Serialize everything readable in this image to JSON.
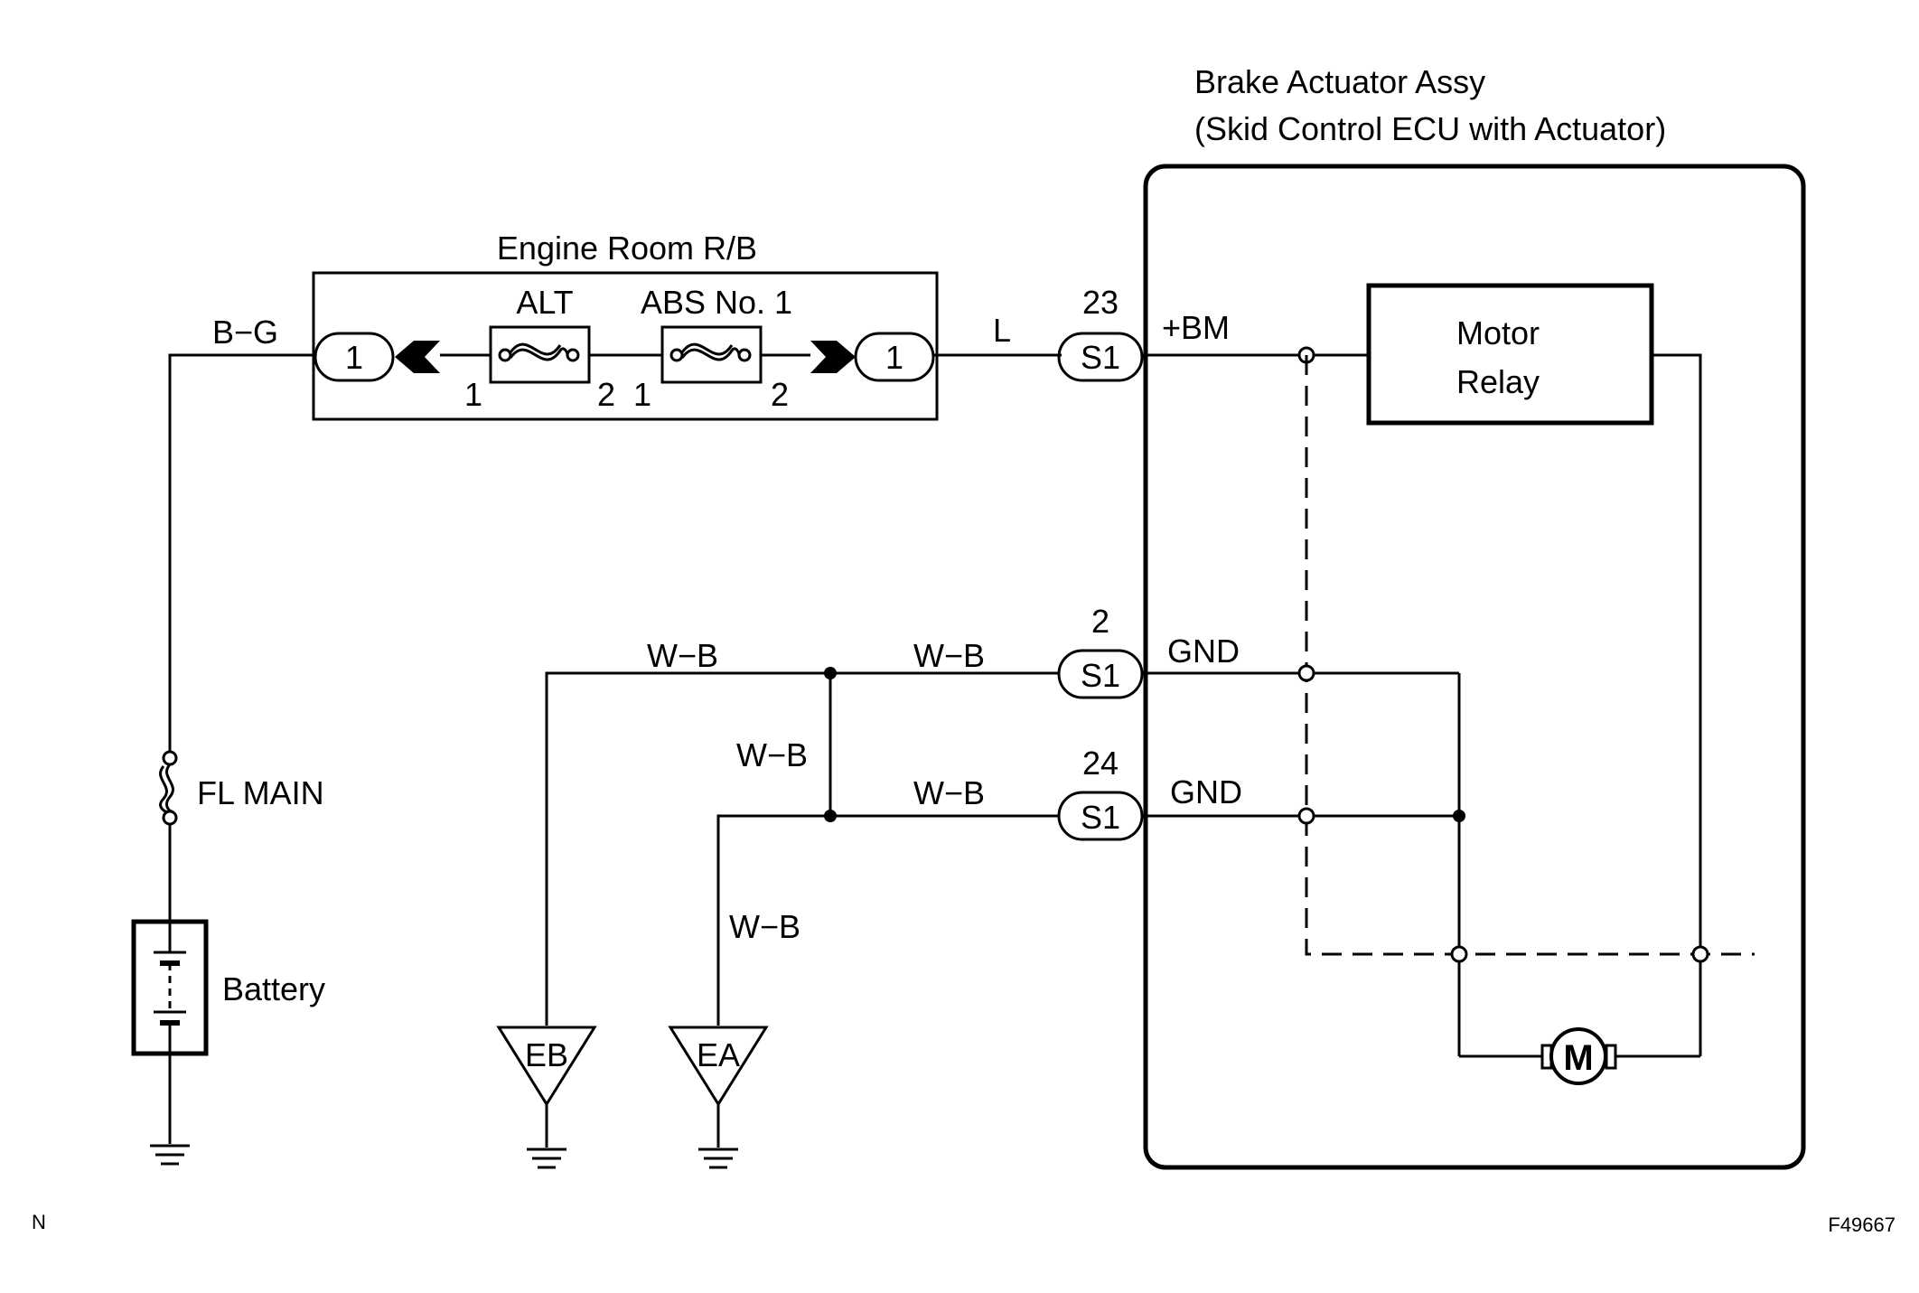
{
  "ecu": {
    "title_line1": "Brake Actuator Assy",
    "title_line2": "(Skid Control ECU with Actuator)",
    "relay_line1": "Motor",
    "relay_line2": "Relay",
    "motor_symbol": "M"
  },
  "relay_box": {
    "title": "Engine Room R/B",
    "fuse1": {
      "name": "ALT",
      "pin_in": "1",
      "pin_out": "2"
    },
    "fuse2": {
      "name": "ABS No. 1",
      "pin_in": "1",
      "pin_out": "2"
    },
    "conn_left": "1",
    "conn_right": "1"
  },
  "connectors": [
    {
      "pin": "23",
      "name": "S1",
      "terminal": "+BM"
    },
    {
      "pin": "2",
      "name": "S1",
      "terminal": "GND"
    },
    {
      "pin": "24",
      "name": "S1",
      "terminal": "GND"
    }
  ],
  "wires": {
    "battery_side": "B−G",
    "to_ecu": "L",
    "eb_branch": "W−B",
    "gnd2_wire": "W−B",
    "junction": "W−B",
    "gnd24_wire": "W−B",
    "ea_branch": "W−B"
  },
  "fusible_link": "FL MAIN",
  "battery": "Battery",
  "grounds": [
    "EB",
    "EA"
  ],
  "footer": {
    "left_mark": "N",
    "figure_id": "F49667"
  }
}
